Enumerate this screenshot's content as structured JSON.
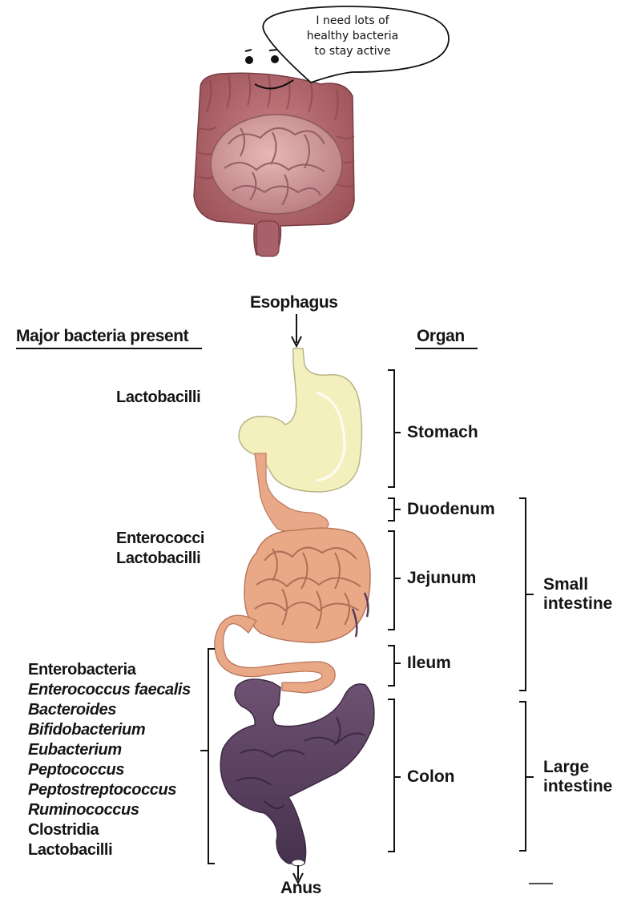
{
  "speech_bubble": {
    "lines": [
      "I need lots of",
      "healthy bacteria",
      "to stay active"
    ]
  },
  "diagram": {
    "top_label": "Esophagus",
    "bottom_label": "Anus",
    "left_header": "Major bacteria present",
    "right_header": "Organ",
    "organs": {
      "stomach": "Stomach",
      "duodenum": "Duodenum",
      "jejunum": "Jejunum",
      "ileum": "Ileum",
      "colon": "Colon"
    },
    "groups": {
      "small_intestine": [
        "Small",
        "intestine"
      ],
      "large_intestine": [
        "Large",
        "intestine"
      ]
    },
    "bacteria": {
      "stomach": [
        "Lactobacilli"
      ],
      "small_intestine": [
        "Enterococci",
        "Lactobacilli"
      ],
      "colon": [
        {
          "name": "Enterobacteria",
          "italic": false
        },
        {
          "name": "Enterococcus faecalis",
          "italic": true
        },
        {
          "name": "Bacteroides",
          "italic": true
        },
        {
          "name": "Bifidobacterium",
          "italic": true
        },
        {
          "name": "Eubacterium",
          "italic": true
        },
        {
          "name": "Peptococcus",
          "italic": true
        },
        {
          "name": "Peptostreptococcus",
          "italic": true
        },
        {
          "name": "Ruminococcus",
          "italic": true
        },
        {
          "name": "Clostridia",
          "italic": false
        },
        {
          "name": "Lactobacilli",
          "italic": false
        }
      ]
    }
  },
  "colors": {
    "stomach": "#f3efbb",
    "small_intestine": "#e8a684",
    "colon": "#5a4560",
    "cartoon_intestine": "#b66a6e",
    "cartoon_small": "#d69a9a"
  }
}
